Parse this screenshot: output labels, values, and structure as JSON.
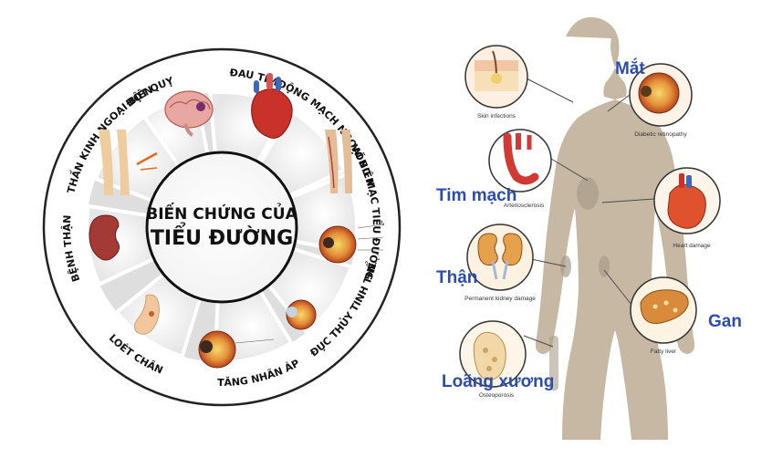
{
  "wheel": {
    "center_line1": "BIẾN CHỨNG CỦA",
    "center_line2": "TIỂU ĐƯỜNG",
    "segments": [
      {
        "label": "ĐỘT QUỴ"
      },
      {
        "label": "ĐAU TIM"
      },
      {
        "label": "ĐỘNG MẠCH NGOẠI BIÊN"
      },
      {
        "label": "VÕNG MẠC TIỂU ĐƯỜNG"
      },
      {
        "label": "ĐỤC THỦY TINH THỂ"
      },
      {
        "label": "TĂNG NHÃN ÁP"
      },
      {
        "label": "LOÉT CHÂN"
      },
      {
        "label": "BỆNH THẬN"
      },
      {
        "label": "THẦN KINH NGOẠI BIÊN"
      }
    ]
  },
  "body_chart": {
    "labels": {
      "eye": "Mắt",
      "heart": "Tim mạch",
      "kidney": "Thận",
      "liver": "Gan",
      "bone": "Loãng xương"
    },
    "captions": {
      "skin": "Skin infections",
      "retinopathy": "Diabetic retinopathy",
      "arterio": "Arteriosclerosis",
      "heart_damage": "Heart damage",
      "kidney_damage": "Permanent kidney damage",
      "fatty_liver": "Fatty liver",
      "osteoporosis": "Osteoporosis"
    }
  },
  "colors": {
    "label_blue": "#2b4db0",
    "silhouette": "#c7b8a3",
    "wheel_border": "#222222"
  }
}
